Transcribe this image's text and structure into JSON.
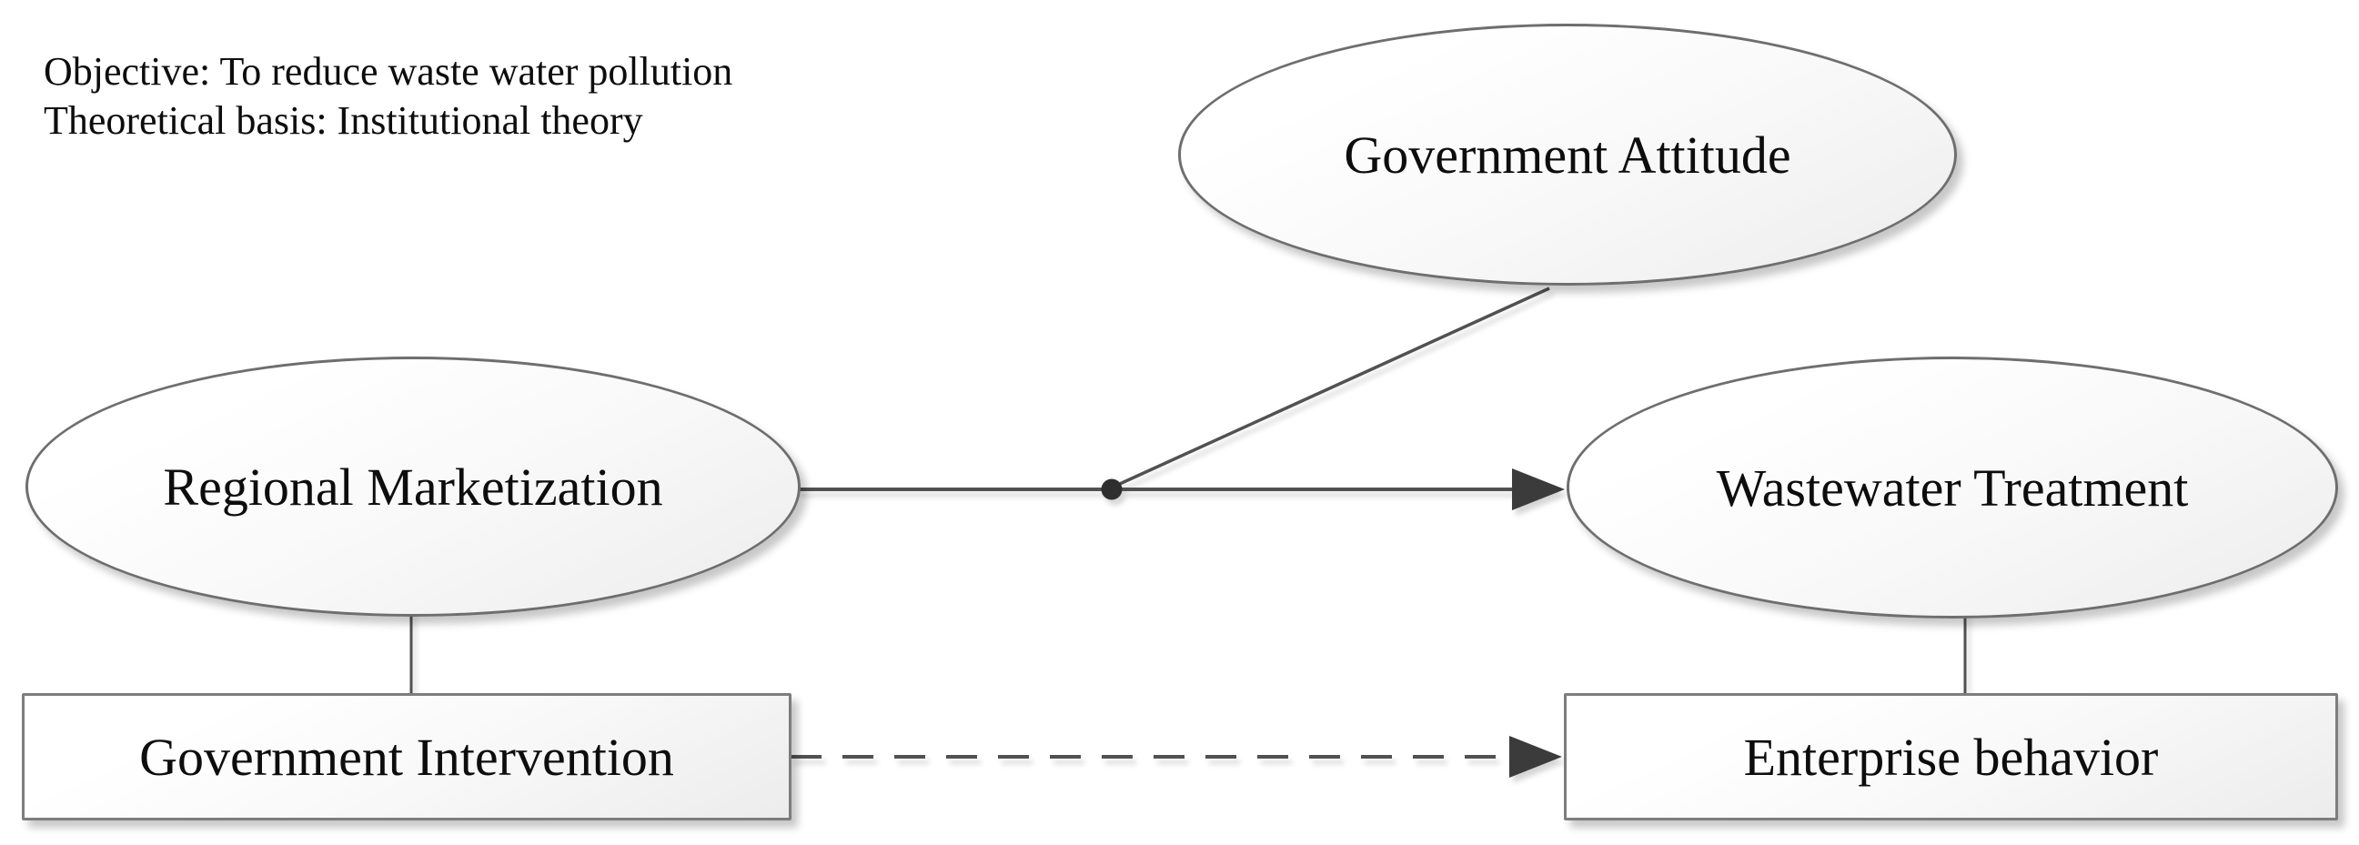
{
  "note": {
    "line1": "Objective: To reduce waste water pollution",
    "line2": "Theoretical basis: Institutional theory"
  },
  "nodes": {
    "government_attitude": {
      "label": "Government Attitude",
      "shape": "ellipse"
    },
    "regional_marketization": {
      "label": "Regional Marketization",
      "shape": "ellipse"
    },
    "wastewater_treatment": {
      "label": "Wastewater Treatment",
      "shape": "ellipse"
    },
    "government_intervention": {
      "label": "Government Intervention",
      "shape": "rectangle"
    },
    "enterprise_behavior": {
      "label": "Enterprise behavior",
      "shape": "rectangle"
    }
  },
  "edges": [
    {
      "from": "regional_marketization",
      "to": "wastewater_treatment",
      "style": "solid",
      "arrow": true,
      "role": "direct-effect"
    },
    {
      "from": "government_attitude",
      "to": "regional_marketization->wastewater_treatment",
      "style": "solid",
      "arrow": false,
      "role": "moderator"
    },
    {
      "from": "government_intervention",
      "to": "enterprise_behavior",
      "style": "dashed",
      "arrow": true,
      "role": "direct-effect"
    },
    {
      "from": "regional_marketization",
      "to": "government_intervention",
      "style": "solid",
      "arrow": false,
      "role": "association"
    },
    {
      "from": "wastewater_treatment",
      "to": "enterprise_behavior",
      "style": "solid",
      "arrow": false,
      "role": "association"
    }
  ],
  "colors": {
    "line": "#515151",
    "arrowhead": "#3b3b3b",
    "junction_dot": "#2d2d2d",
    "node_border": "#6e6e6e",
    "node_fill_top": "#ffffff",
    "node_fill_bottom": "#ececec",
    "text": "#0d0d0d",
    "background": "#ffffff"
  }
}
